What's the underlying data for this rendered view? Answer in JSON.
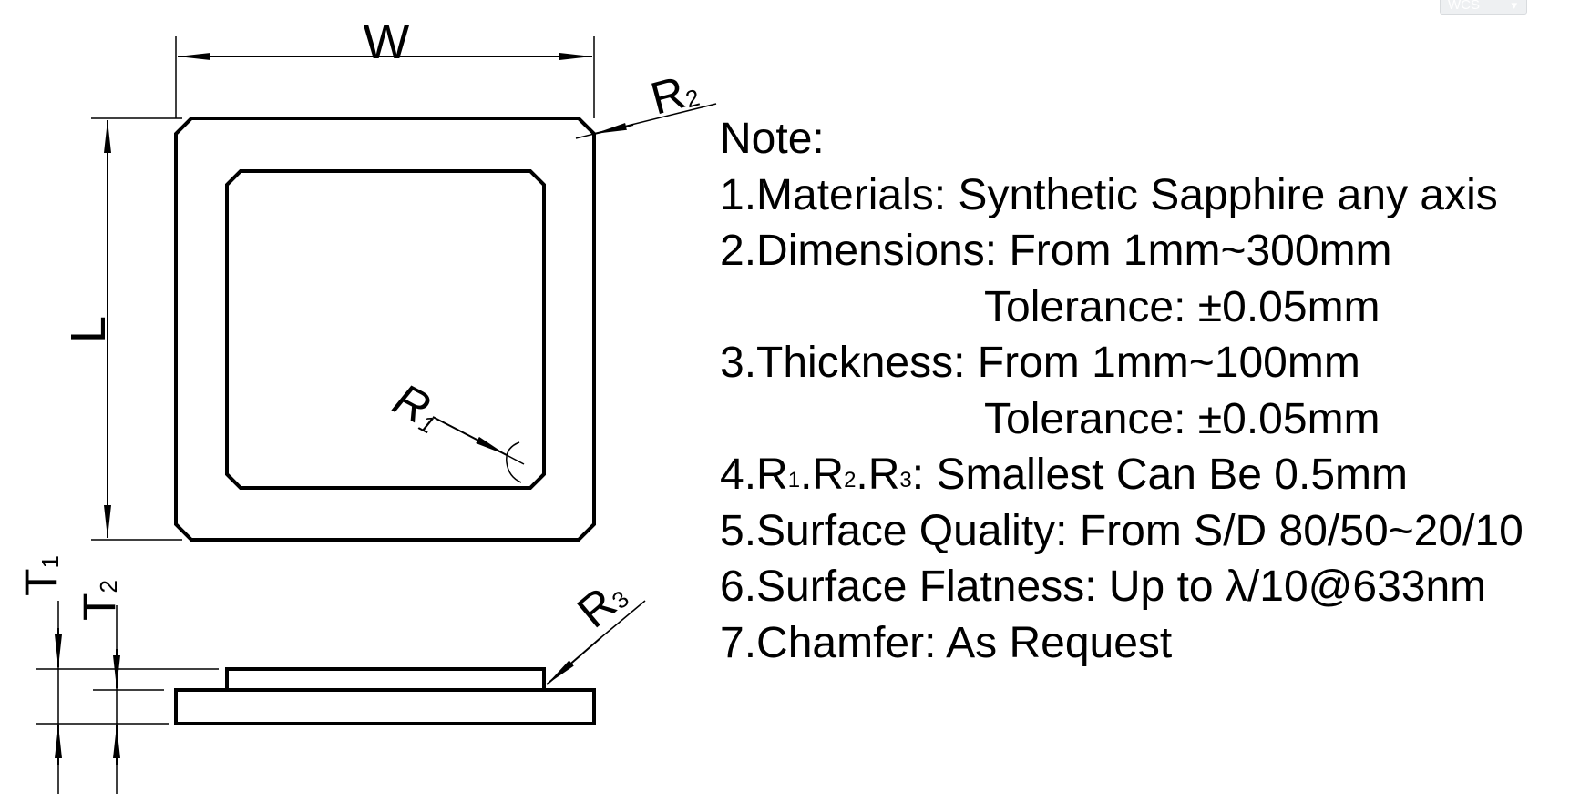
{
  "labels": {
    "W": "W",
    "L": "L",
    "R1": "R",
    "R1_sub": "1",
    "R2": "R",
    "R2_sub": "2",
    "R3": "R",
    "R3_sub": "3",
    "T1": "T",
    "T1_sub": "1",
    "T2": "T",
    "T2_sub": "2"
  },
  "view_control": {
    "label": "WCS",
    "chevron": "chevron-down-icon"
  },
  "notes": {
    "title": "Note:",
    "item1": "1.Materials: Synthetic Sapphire any axis",
    "item2": "2.Dimensions: From 1mm~300mm",
    "item2_tol": "Tolerance: ±0.05mm",
    "item3": "3.Thickness: From 1mm~100mm",
    "item3_tol": "Tolerance: ±0.05mm",
    "item4_prefix": "4.R",
    "item4_s1": "1",
    "item4_mid1": ".R",
    "item4_s2": "2",
    "item4_mid2": ".R",
    "item4_s3": "3",
    "item4_suffix": ": Smallest Can Be 0.5mm",
    "item5": "5.Surface Quality: From S/D 80/50~20/10",
    "item6": "6.Surface Flatness: Up to λ/10@633nm",
    "item7": "7.Chamfer: As Request"
  },
  "colors": {
    "ink": "#000000",
    "background": "#ffffff"
  }
}
